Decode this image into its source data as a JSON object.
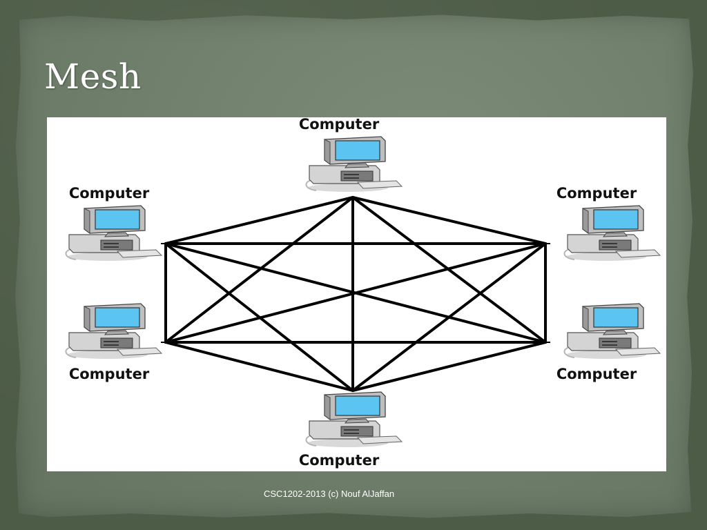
{
  "slide": {
    "title": "Mesh",
    "footer": "CSC1202-2013 (c) Nouf AlJaffan"
  },
  "diagram": {
    "nodes": [
      {
        "id": "top",
        "label": "Computer"
      },
      {
        "id": "upper-left",
        "label": "Computer"
      },
      {
        "id": "upper-right",
        "label": "Computer"
      },
      {
        "id": "lower-left",
        "label": "Computer"
      },
      {
        "id": "lower-right",
        "label": "Computer"
      },
      {
        "id": "bottom",
        "label": "Computer"
      }
    ],
    "edges": [
      [
        "top",
        "upper-left"
      ],
      [
        "top",
        "upper-right"
      ],
      [
        "top",
        "lower-left"
      ],
      [
        "top",
        "lower-right"
      ],
      [
        "top",
        "bottom"
      ],
      [
        "upper-left",
        "upper-right"
      ],
      [
        "upper-left",
        "lower-left"
      ],
      [
        "upper-left",
        "lower-right"
      ],
      [
        "upper-left",
        "bottom"
      ],
      [
        "upper-right",
        "lower-left"
      ],
      [
        "upper-right",
        "lower-right"
      ],
      [
        "upper-right",
        "bottom"
      ],
      [
        "lower-left",
        "lower-right"
      ],
      [
        "lower-left",
        "bottom"
      ],
      [
        "lower-right",
        "bottom"
      ]
    ],
    "colors": {
      "screen": "#5cc4f0",
      "edge": "#000000"
    }
  }
}
